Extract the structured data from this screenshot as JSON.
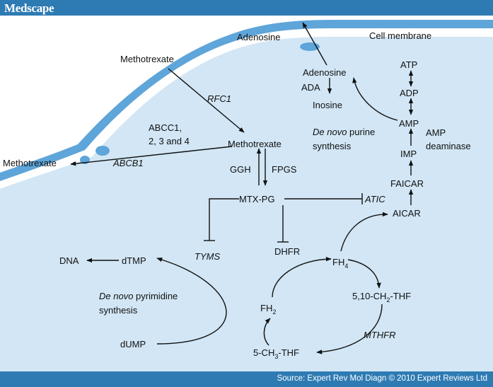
{
  "header": {
    "brand": "Medscape"
  },
  "footer": {
    "source": "Source: Expert Rev Mol Diagn © 2010 Expert Reviews Ltd"
  },
  "colors": {
    "header_bar": "#2e7bb3",
    "cell_interior": "#d2e6f5",
    "membrane": "#5ea5d9",
    "extracellular": "#ffffff"
  },
  "labels": {
    "adenosine_out": "Adenosine",
    "cell_membrane": "Cell membrane",
    "methotrexate_top": "Methotrexate",
    "rfc1": "RFC1",
    "abcc": "ABCC1,",
    "abcc_2": "2, 3 and 4",
    "methotrexate_in": "Methotrexate",
    "methotrexate_out": "Methotrexate",
    "abcb1": "ABCB1",
    "ggh": "GGH",
    "fpgs": "FPGS",
    "mtx_pg": "MTX-PG",
    "atic": "ATIC",
    "aicar": "AICAR",
    "faicar": "FAICAR",
    "imp": "IMP",
    "amp": "AMP",
    "amp_deaminase": "AMP",
    "amp_deaminase_2": "deaminase",
    "adp": "ADP",
    "atp": "ATP",
    "adenosine_in": "Adenosine",
    "ada": "ADA",
    "inosine": "Inosine",
    "de_novo_purine_a": "De novo",
    "de_novo_purine_b": " purine",
    "de_novo_purine_c": "synthesis",
    "dhfr": "DHFR",
    "fh4": "FH",
    "fh4_sub": "4",
    "ch2thf_a": "5,10-CH",
    "ch2thf_sub": "2",
    "ch2thf_b": "-THF",
    "mthfr": "MTHFR",
    "ch3thf_a": "5-CH",
    "ch3thf_sub": "3",
    "ch3thf_b": "-THF",
    "fh2": "FH",
    "fh2_sub": "2",
    "tyms": "TYMS",
    "dtmp": "dTMP",
    "dna": "DNA",
    "de_novo_pyr_a": "De novo",
    "de_novo_pyr_b": " pyrimidine",
    "de_novo_pyr_c": "synthesis",
    "dump": "dUMP"
  }
}
